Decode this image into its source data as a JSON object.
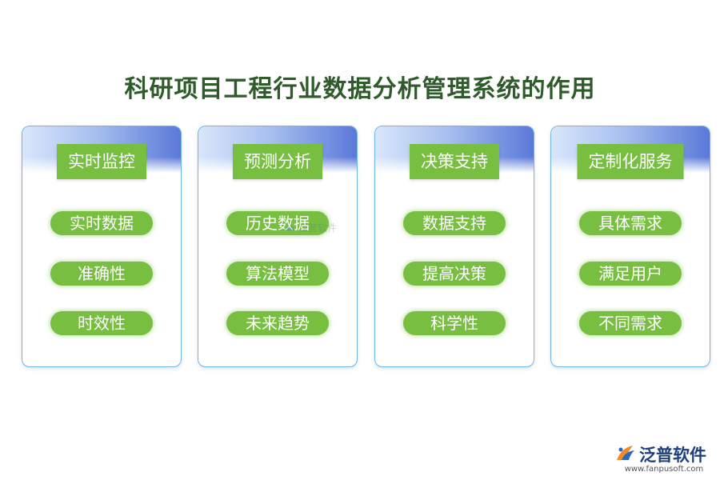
{
  "title": "科研项目工程行业数据分析管理系统的作用",
  "colors": {
    "title": "#2f5a2a",
    "green": "#78be41",
    "card_border": "#6fb6e6",
    "band_dark": "#5a79d8",
    "logo_blue": "#1f3f7a"
  },
  "cards": [
    {
      "header": "实时监控",
      "items": [
        "实时数据",
        "准确性",
        "时效性"
      ]
    },
    {
      "header": "预测分析",
      "items": [
        "历史数据",
        "算法模型",
        "未来趋势"
      ]
    },
    {
      "header": "决策支持",
      "items": [
        "数据支持",
        "提高决策",
        "科学性"
      ]
    },
    {
      "header": "定制化服务",
      "items": [
        "具体需求",
        "满足用户",
        "不同需求"
      ]
    }
  ],
  "watermark": {
    "text": "泛普软件",
    "icon": "fanpu-logo-icon"
  },
  "logo": {
    "name": "泛普软件",
    "url": "www.fanpusoft.com",
    "icon": "fanpu-logo-icon"
  }
}
